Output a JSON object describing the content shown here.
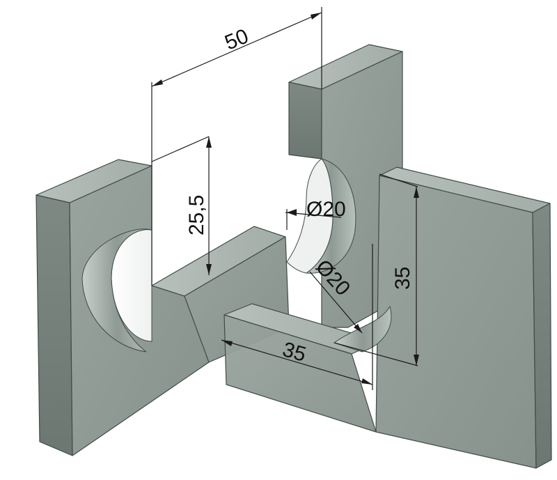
{
  "colors": {
    "face_light": "#a9b3ad",
    "face_mid": "#8d9892",
    "face_dark": "#6f7a74",
    "edge": "#3f4a47",
    "background": "#ffffff",
    "dimension_line": "#1a1a1a"
  },
  "dimensions": {
    "slot_spacing": "50",
    "slot_depth": "25,5",
    "slot_diameter_upper": "Ø20",
    "slot_diameter_lower": "Ø20",
    "base_width": "35",
    "base_height": "35"
  }
}
